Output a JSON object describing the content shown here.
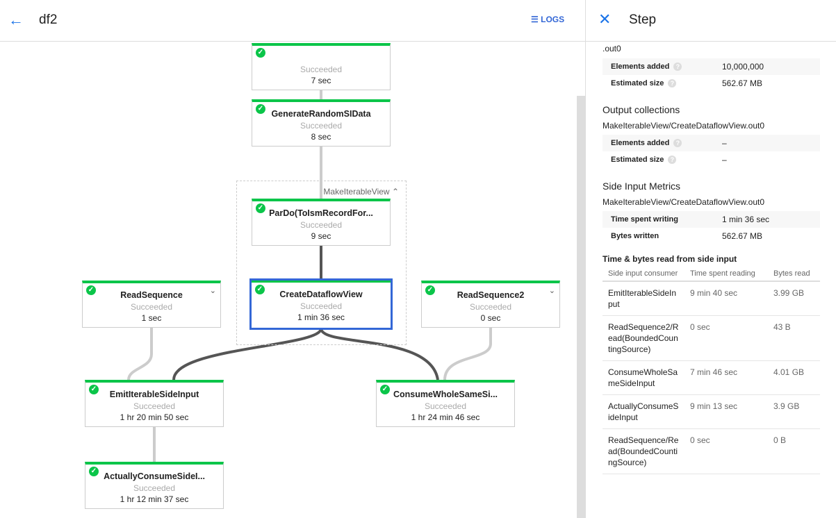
{
  "header": {
    "title": "df2",
    "logs_label": "LOGS",
    "back_icon": "arrow-left-icon"
  },
  "graph": {
    "group_label": "MakeIterableView",
    "nodes": [
      {
        "name": "",
        "status": "Succeeded",
        "duration": "7 sec"
      },
      {
        "name": "GenerateRandomSIData",
        "status": "Succeeded",
        "duration": "8 sec"
      },
      {
        "name": "ParDo(ToIsmRecordFor...",
        "status": "Succeeded",
        "duration": "9 sec"
      },
      {
        "name": "CreateDataflowView",
        "status": "Succeeded",
        "duration": "1 min 36 sec"
      },
      {
        "name": "ReadSequence",
        "status": "Succeeded",
        "duration": "1 sec"
      },
      {
        "name": "ReadSequence2",
        "status": "Succeeded",
        "duration": "0 sec"
      },
      {
        "name": "EmitIterableSideInput",
        "status": "Succeeded",
        "duration": "1 hr 20 min 50 sec"
      },
      {
        "name": "ConsumeWholeSameSi...",
        "status": "Succeeded",
        "duration": "1 hr 24 min 46 sec"
      },
      {
        "name": "ActuallyConsumeSideI...",
        "status": "Succeeded",
        "duration": "1 hr 12 min 37 sec"
      }
    ],
    "colors": {
      "success": "#0bc549",
      "selected": "#3367d6"
    }
  },
  "panel": {
    "title": "Step",
    "top_fragment": ".out0",
    "input_metrics": [
      {
        "k": "Elements added",
        "v": "10,000,000"
      },
      {
        "k": "Estimated size",
        "v": "562.67 MB"
      }
    ],
    "output_title": "Output collections",
    "output_collection": "MakeIterableView/CreateDataflowView.out0",
    "output_metrics": [
      {
        "k": "Elements added",
        "v": "–"
      },
      {
        "k": "Estimated size",
        "v": "–"
      }
    ],
    "side_title": "Side Input Metrics",
    "side_collection": "MakeIterableView/CreateDataflowView.out0",
    "side_metrics": [
      {
        "k": "Time spent writing",
        "v": "1 min 36 sec"
      },
      {
        "k": "Bytes written",
        "v": "562.67 MB"
      }
    ],
    "read_title": "Time & bytes read from side input",
    "read_headers": [
      "Side input consumer",
      "Time spent reading",
      "Bytes read"
    ],
    "read_rows": [
      [
        "EmitIterableSideInput",
        "9 min 40 sec",
        "3.99 GB"
      ],
      [
        "ReadSequence2/Read(BoundedCountingSource)",
        "0 sec",
        "43 B"
      ],
      [
        "ConsumeWholeSameSideInput",
        "7 min 46 sec",
        "4.01 GB"
      ],
      [
        "ActuallyConsumeSideInput",
        "9 min 13 sec",
        "3.9 GB"
      ],
      [
        "ReadSequence/Read(BoundedCountingSource)",
        "0 sec",
        "0 B"
      ]
    ]
  }
}
